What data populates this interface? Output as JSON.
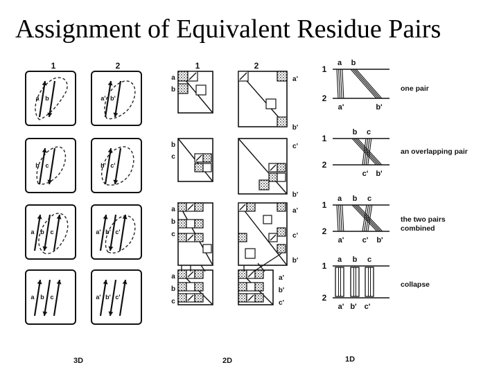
{
  "title": "Assignment of Equivalent Residue Pairs",
  "panel_3d": {
    "label": "3D",
    "col_headers": [
      "1",
      "2"
    ],
    "rows": [
      {
        "left": [
          "a",
          "b"
        ],
        "right": [
          "a'",
          "b'"
        ]
      },
      {
        "left": [
          "b",
          "c"
        ],
        "right": [
          "b'",
          "c'"
        ]
      },
      {
        "left": [
          "a",
          "b",
          "c"
        ],
        "right": [
          "a'",
          "b'",
          "c'"
        ]
      },
      {
        "left": [
          "a",
          "b",
          "c"
        ],
        "right": [
          "a'",
          "b'",
          "c'"
        ]
      }
    ]
  },
  "panel_2d": {
    "label": "2D",
    "col_headers": [
      "1",
      "2"
    ],
    "rows": [
      {
        "left": [
          "a",
          "b"
        ],
        "right": [
          "a'",
          "b'"
        ]
      },
      {
        "left": [
          "b",
          "c"
        ],
        "right": [
          "c'",
          "b'"
        ]
      },
      {
        "left": [
          "a",
          "b",
          "c"
        ],
        "right": [
          "a'",
          "c'",
          "b'"
        ]
      },
      {
        "left": [
          "a",
          "b",
          "c"
        ],
        "right": [
          "a'",
          "b'",
          "c'"
        ]
      }
    ]
  },
  "panel_1d": {
    "label": "1D",
    "rows": [
      {
        "seq_top": "1",
        "seq_bottom": "2",
        "top": [
          "a",
          "b"
        ],
        "bottom": [
          "a'",
          "b'"
        ],
        "caption": [
          "one pair"
        ]
      },
      {
        "seq_top": "1",
        "seq_bottom": "2",
        "top": [
          "b",
          "c"
        ],
        "bottom": [
          "c'",
          "b'"
        ],
        "caption": [
          "an overlapping pair"
        ]
      },
      {
        "seq_top": "1",
        "seq_bottom": "2",
        "top": [
          "a",
          "b",
          "c"
        ],
        "bottom": [
          "a'",
          "c'",
          "b'"
        ],
        "caption": [
          "the two pairs",
          "combined"
        ]
      },
      {
        "seq_top": "1",
        "seq_bottom": "2",
        "top": [
          "a",
          "b",
          "c"
        ],
        "bottom": [
          "a'",
          "b'",
          "c'"
        ],
        "caption": [
          "collapse"
        ]
      }
    ]
  }
}
